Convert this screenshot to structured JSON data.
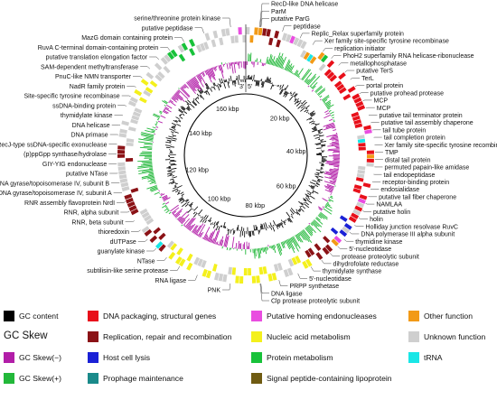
{
  "map": {
    "labels_right": [
      "RecD-like DNA helicase",
      "ParM",
      "putative ParG",
      "peptidase",
      "Replic_Relax superfamily protein",
      "Xer family site-specific tyrosine recombinase",
      "replication initiator",
      "PhoH2 superfamily RNA helicase-ribonuclease",
      "metallophosphatase",
      "putative TerS",
      "TerL",
      "portal protein",
      "putative prohead protease",
      "MCP",
      "MCP",
      "putative tail terminator protein",
      "putative tail assembly chaperone",
      "tail tube protein",
      "tail completion protein",
      "Xer family site-specific tyrosine recombinase",
      "TMP",
      "distal tail protein",
      "permuted papain-like amidase",
      "tail endopeptidase",
      "receptor-binding protein",
      "endosialidase",
      "putative tail fiber chaperone",
      "NAMLAA",
      "putative holin",
      "holin",
      "Holliday junction resolvase RuvC",
      "DNA polymerase III alpha subunit",
      "thymidine kinase",
      "5'-nucleotidase",
      "protease proteolytic subunit",
      "dihydrofolate reductase",
      "thymidylate synthase",
      "5'-nucleotidase",
      "PRPP synthetase",
      "DNA ligase",
      "Clp protease proteolytic subunit"
    ],
    "labels_left": [
      "serine/threonine protein kinase",
      "putative peptidase",
      "MazG domain containing protein",
      "RuvA C-terminal domain-containing protein",
      "putative translation elongation factor",
      "SAM-dependent methyltransferase",
      "PnuC-like NMN transporter",
      "NadR family protein",
      "Site-specific tyrosine recombinase",
      "ssDNA-binding protein",
      "thymidylate kinase",
      "DNA helicase",
      "DNA primase",
      "RecJ-type ssDNA-specific exonuclease",
      "(p)ppGpp synthase/hydrolase",
      "GIY-YIG endonuclease",
      "putative NTase",
      "DNA gyrase/topoisomerase IV, subunit B",
      "DNA gyrase/topoisomerase IV, subunit A",
      "RNR assembly flavoprotein NrdI",
      "RNR, alpha subunit",
      "RNR, beta subunit",
      "thioredoxin",
      "dUTPase",
      "guanylate kinase",
      "NTase",
      "subtilisin-like serine protease",
      "RNA ligase",
      "PNK"
    ],
    "scale_ticks": [
      {
        "label": "20 kbp",
        "kb": 20
      },
      {
        "label": "40 kbp",
        "kb": 40
      },
      {
        "label": "60 kbp",
        "kb": 60
      },
      {
        "label": "80 kbp",
        "kb": 80
      },
      {
        "label": "100 kbp",
        "kb": 100
      },
      {
        "label": "120 kbp",
        "kb": 120
      },
      {
        "label": "140 kbp",
        "kb": 140
      },
      {
        "label": "160 kbp",
        "kb": 160
      }
    ],
    "genome_kb": 170,
    "end3": "3'",
    "end5": "5'"
  },
  "legend": {
    "gc_content": "GC content",
    "gc_skew_title": "GC Skew",
    "gc_skew_minus": "GC Skew(−)",
    "gc_skew_plus": "GC Skew(+)",
    "items": [
      {
        "label": "DNA packaging, structural genes",
        "color": "#e8101a"
      },
      {
        "label": "Replication, repair and recombination",
        "color": "#8b1216"
      },
      {
        "label": "Host cell lysis",
        "color": "#1a21d6"
      },
      {
        "label": "Prophage maintenance",
        "color": "#1a8a8a"
      },
      {
        "label": "Putative homing endonucleases",
        "color": "#e94de0"
      },
      {
        "label": "Nucleic acid metabolism",
        "color": "#f4f01c"
      },
      {
        "label": "Protein metabolism",
        "color": "#18c23a"
      },
      {
        "label": "Signal peptide-containing lipoprotein",
        "color": "#6f5b12"
      },
      {
        "label": "Other function",
        "color": "#f29a16"
      },
      {
        "label": "Unknown function",
        "color": "#cfcfcf"
      },
      {
        "label": "tRNA",
        "color": "#19e6e6"
      }
    ],
    "gc_content_color": "#000000",
    "gc_minus_color": "#b21ea8",
    "gc_plus_color": "#22b83a"
  },
  "chart_data": {
    "type": "circular-genome-map",
    "genome_length_kbp": 170,
    "scale_labels": [
      "20 kbp",
      "40 kbp",
      "60 kbp",
      "80 kbp",
      "100 kbp",
      "120 kbp",
      "140 kbp",
      "160 kbp"
    ]
  }
}
